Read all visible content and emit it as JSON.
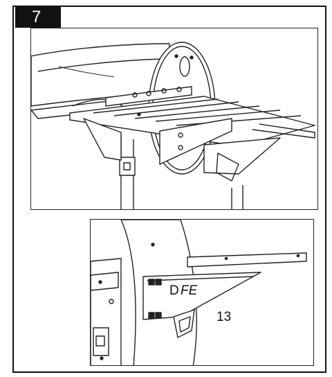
{
  "step": {
    "number": "7"
  },
  "detail": {
    "label_d": "D",
    "label_fe": "FE",
    "part_number": "13"
  },
  "colors": {
    "line": "#222222",
    "fill": "#ffffff",
    "badge": "#111111"
  }
}
